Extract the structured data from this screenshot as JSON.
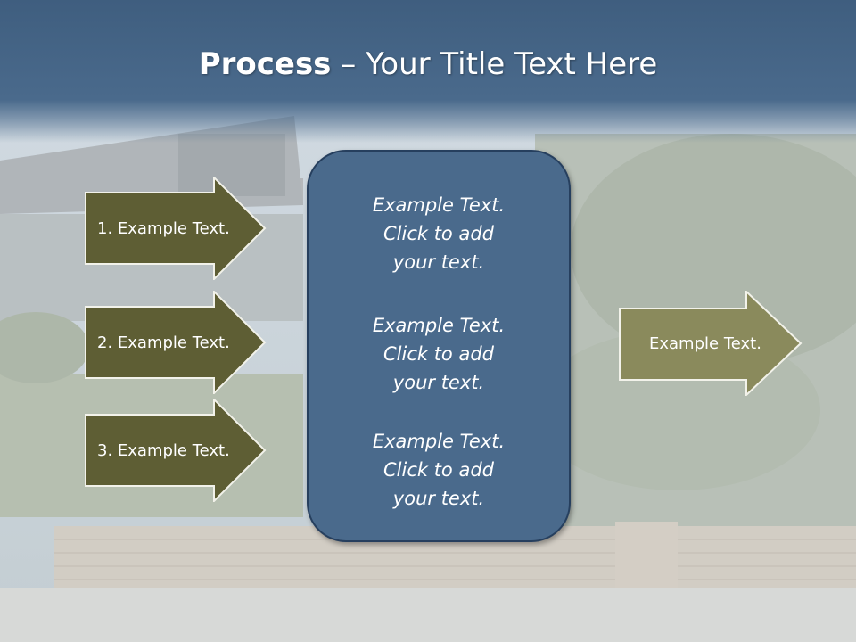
{
  "title": {
    "bold": "Process",
    "rest": " – Your Title Text Here"
  },
  "left_arrows": [
    {
      "label": "1. Example Text."
    },
    {
      "label": "2. Example Text."
    },
    {
      "label": "3. Example Text."
    }
  ],
  "center_box": {
    "paragraphs": [
      "Example Text.\nClick  to add\nyour text.",
      "Example Text.\nClick  to add\nyour text.",
      "Example Text.\nClick  to add\nyour text."
    ]
  },
  "right_arrow": {
    "label": "Example Text."
  },
  "colors": {
    "title_band": "#4a6a8c",
    "left_arrow_fill": "#5e5e34",
    "right_arrow_fill": "#8a8a5c",
    "center_box_fill": "#4a6a8c"
  }
}
